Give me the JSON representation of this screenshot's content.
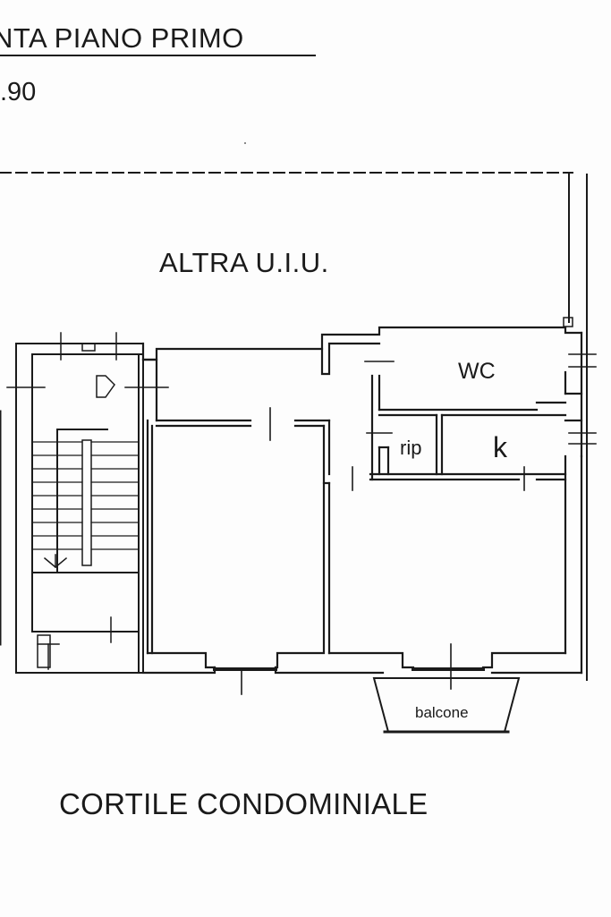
{
  "plan": {
    "heading_title": "NTA PIANO PRIMO",
    "heading_scale": ".90",
    "neighbor_unit_label": "ALTRA U.I.U.",
    "rooms": {
      "wc": "WC",
      "rip": "rip",
      "kitchen": "k"
    },
    "balcony_label": "balcone",
    "courtyard_label": "CORTILE CONDOMINIALE"
  },
  "colors": {
    "ink": "#1a1a1a",
    "paper": "#fdfdfd"
  }
}
